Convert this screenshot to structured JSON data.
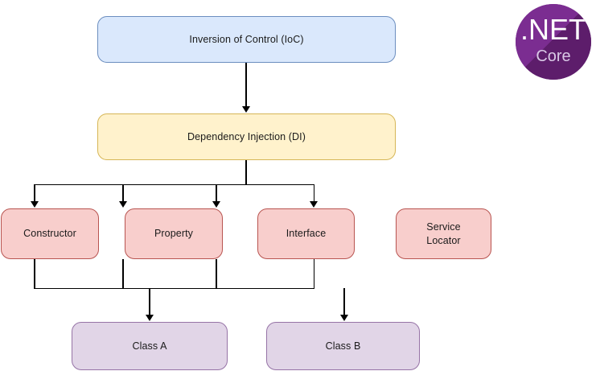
{
  "diagram": {
    "type": "flowchart",
    "title": "Inversion of Control and Dependency Injection",
    "nodes": {
      "ioc": {
        "label": "Inversion of Control (IoC)",
        "fill": "#dae8fc",
        "stroke": "#6c8ebf"
      },
      "di": {
        "label": "Dependency Injection (DI)",
        "fill": "#fff2cc",
        "stroke": "#d6b656"
      },
      "constructor": {
        "label": "Constructor",
        "fill": "#f8cecc",
        "stroke": "#b85450"
      },
      "property": {
        "label": "Property",
        "fill": "#f8cecc",
        "stroke": "#b85450"
      },
      "interface": {
        "label": "Interface",
        "fill": "#f8cecc",
        "stroke": "#b85450"
      },
      "service_locator": {
        "label": "Service Locator",
        "fill": "#f8cecc",
        "stroke": "#b85450"
      },
      "class_a": {
        "label": "Class A",
        "fill": "#e1d5e7",
        "stroke": "#9673a6"
      },
      "class_b": {
        "label": "Class B",
        "fill": "#e1d5e7",
        "stroke": "#9673a6"
      }
    },
    "edges": [
      {
        "from": "ioc",
        "to": "di"
      },
      {
        "from": "di",
        "to": "constructor"
      },
      {
        "from": "di",
        "to": "property"
      },
      {
        "from": "di",
        "to": "interface"
      },
      {
        "from": "di",
        "to": "service_locator"
      },
      {
        "from": "constructor",
        "to": "class_a"
      },
      {
        "from": "property",
        "to": "class_a"
      },
      {
        "from": "interface",
        "to": "class_b"
      },
      {
        "from": "service_locator",
        "to": "class_b"
      }
    ],
    "edge_color": "#000000"
  },
  "logo": {
    "primary_text": ".NET",
    "secondary_text": "Core",
    "background_color": "#68217a",
    "primary_text_color": "#ffffff",
    "secondary_text_color": "#d9c9e6"
  }
}
